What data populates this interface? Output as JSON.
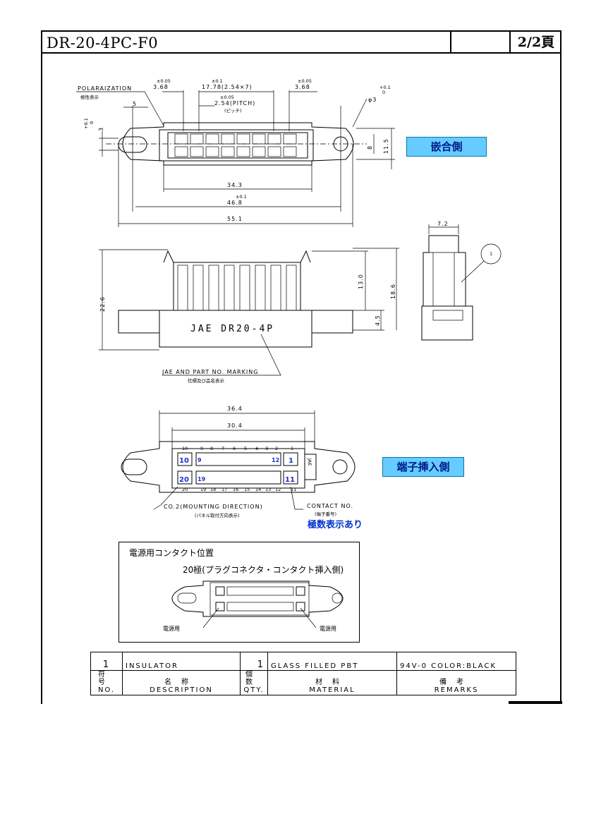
{
  "header": {
    "title": "DR-20-4PC-F0",
    "page": "2/2頁"
  },
  "labels": {
    "mating_side": "嵌合側",
    "terminal_side": "端子挿入側",
    "pole_marking": "極数表示あり"
  },
  "top_view": {
    "polarization": "POLARAIZATION",
    "polarization_jp": "極性表示",
    "tol_005": "±0.05",
    "tol_01": "±0.1",
    "dim_368": "3.68",
    "dim_1778": "17.78(2.54×7)",
    "dim_254": "2.54(PITCH)",
    "dim_pitch_jp": "(ピッチ)",
    "dim_5": "5",
    "dim_3": "3",
    "dim_phi3": "φ3",
    "tol_plus01": "+0.1",
    "tol_zero": "0",
    "dim_8": "8",
    "dim_115": "11.5",
    "dim_343": "34.3",
    "dim_468": "46.8",
    "dim_551": "55.1"
  },
  "front_view": {
    "marking_text": "JAE  DR20-4P",
    "dim_226": "22.6",
    "dim_130": "13.0",
    "dim_186": "18.6",
    "dim_45": "4.5",
    "dim_72": "7.2",
    "callout_1": "1",
    "marking_note": "JAE AND PART NO. MARKING",
    "marking_note_jp": "社標及び品名表示"
  },
  "bottom_view": {
    "dim_364": "36.4",
    "dim_304": "30.4",
    "row_top_numbers": [
      "10",
      "9",
      "8",
      "7",
      "6",
      "5",
      "4",
      "3",
      "2",
      "1"
    ],
    "row_bottom_numbers": [
      "20",
      "19",
      "18",
      "17",
      "16",
      "15",
      "14",
      "13",
      "12",
      "11"
    ],
    "pin_10": "10",
    "pin_1": "1",
    "pin_20": "20",
    "pin_11": "11",
    "pin_9": "9",
    "pin_12": "12",
    "pin_19": "19",
    "jae": "JAE",
    "co2_note": "CO.2(MOUNTING DIRECTION)",
    "co2_note_jp": "(パネル取付方向表示)",
    "contact_note": "CONTACT NO.",
    "contact_note_jp": "(端子番号)"
  },
  "inset": {
    "title": "電源用コンタクト位置",
    "subtitle": "20極(プラグコネクタ・コンタクト挿入側)",
    "power_left": "電源用",
    "power_right": "電源用"
  },
  "bom": {
    "row1": {
      "no": "1",
      "description": "INSULATOR",
      "qty": "1",
      "material": "GLASS FILLED PBT",
      "remarks": "94V-0 COLOR:BLACK"
    },
    "head": {
      "no_jp": "符号",
      "no_en": "NO.",
      "desc_jp": "名称",
      "desc_en": "DESCRIPTION",
      "qty_jp": "個数",
      "qty_en": "QTY.",
      "mat_jp": "材料",
      "mat_en": "MATERIAL",
      "rem_jp": "備考",
      "rem_en": "REMARKS"
    }
  }
}
